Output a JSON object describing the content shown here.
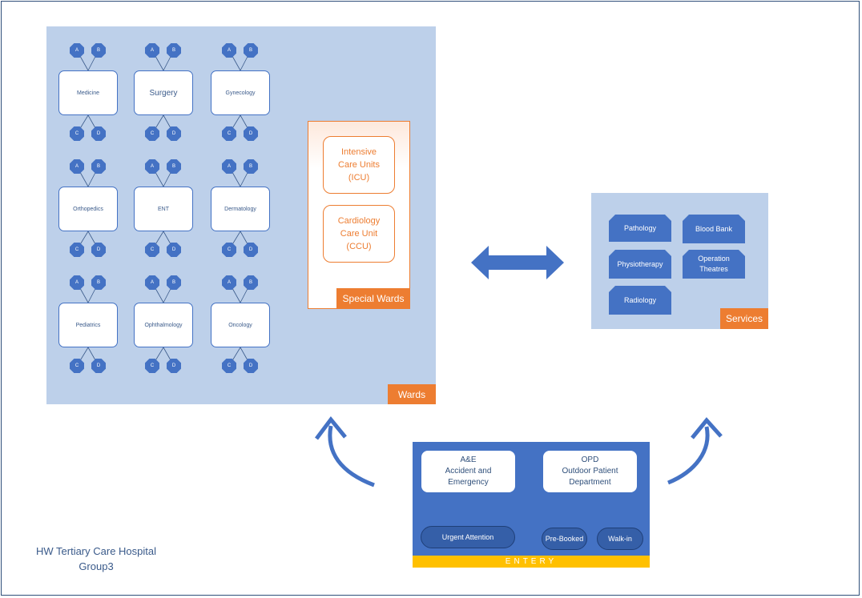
{
  "wards_panel": {
    "label": "Wards",
    "wards": [
      {
        "name": "Medicine",
        "top": [
          "A",
          "B"
        ],
        "bottom": [
          "C",
          "D"
        ]
      },
      {
        "name": "Surgery",
        "top": [
          "A",
          "B"
        ],
        "bottom": [
          "C",
          "D"
        ]
      },
      {
        "name": "Gynecology",
        "top": [
          "A",
          "B"
        ],
        "bottom": [
          "C",
          "D"
        ]
      },
      {
        "name": "Orthopedics",
        "top": [
          "A",
          "B"
        ],
        "bottom": [
          "C",
          "D"
        ]
      },
      {
        "name": "ENT",
        "top": [
          "A",
          "B"
        ],
        "bottom": [
          "C",
          "D"
        ]
      },
      {
        "name": "Dermatology",
        "top": [
          "A",
          "B"
        ],
        "bottom": [
          "C",
          "D"
        ]
      },
      {
        "name": "Pediatrics",
        "top": [
          "A",
          "B"
        ],
        "bottom": [
          "C",
          "D"
        ]
      },
      {
        "name": "Ophthalmology",
        "top": [
          "A",
          "B"
        ],
        "bottom": [
          "C",
          "D"
        ]
      },
      {
        "name": "Oncology",
        "top": [
          "A",
          "B"
        ],
        "bottom": [
          "C",
          "D"
        ]
      }
    ]
  },
  "special_wards": {
    "label": "Special Wards",
    "units": [
      {
        "line1": "Intensive",
        "line2": "Care Units",
        "line3": "(ICU)"
      },
      {
        "line1": "Cardiology",
        "line2": "Care Unit",
        "line3": "(CCU)"
      }
    ]
  },
  "services": {
    "label": "Services",
    "items": [
      "Pathology",
      "Blood Bank",
      "Physiotherapy",
      "Operation Theatres",
      "Radiology"
    ],
    "operation_line1": "Operation",
    "operation_line2": "Theatres"
  },
  "entry": {
    "label": "ENTERY",
    "ae": {
      "line1": "A&E",
      "line2": "Accident and",
      "line3": "Emergency"
    },
    "opd": {
      "line1": "OPD",
      "line2": "Outdoor Patient",
      "line3": "Department"
    },
    "urgent": "Urgent Attention",
    "prebooked": "Pre-Booked",
    "walkin": "Walk-in"
  },
  "caption": {
    "line1": "HW Tertiary Care Hospital",
    "line2": "Group3"
  },
  "colors": {
    "panel": "#bdd0ea",
    "accent_blue": "#4472c4",
    "orange": "#ed7d31",
    "entry_bar": "#ffc000"
  }
}
